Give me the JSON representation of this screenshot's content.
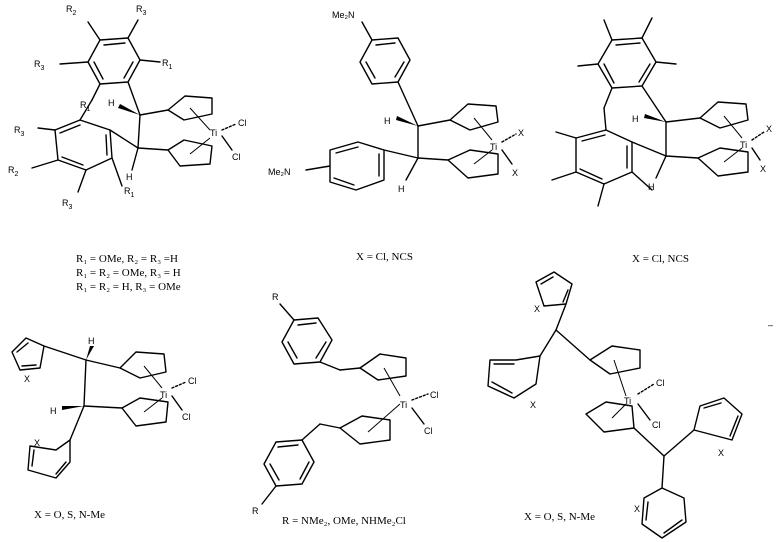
{
  "structures": {
    "s1": {
      "labels": {
        "R1": "R",
        "R1_sub": "1",
        "R2": "R",
        "R2_sub": "2",
        "R3": "R",
        "R3_sub": "3",
        "H": "H",
        "Ti": "Ti",
        "Cl": "Cl"
      },
      "caption_lines": [
        "R₁ = OMe, R₂ = R₃ =H",
        "R₁ = R₂ = OMe, R₃ = H",
        "R₁ = R₂ = H, R₃ = OMe"
      ]
    },
    "s2": {
      "labels": {
        "NMe2": "Me₂N",
        "H": "H",
        "Ti": "Ti",
        "X": "X"
      },
      "caption": "X = Cl, NCS"
    },
    "s3": {
      "labels": {
        "H": "H",
        "Ti": "Ti",
        "X": "X"
      },
      "caption": "X = Cl, NCS"
    },
    "s4": {
      "labels": {
        "H": "H",
        "Ti": "Ti",
        "Cl": "Cl",
        "X": "X"
      },
      "caption": "X = O, S, N-Me"
    },
    "s5": {
      "labels": {
        "R": "R",
        "Ti": "Ti",
        "Cl": "Cl"
      },
      "caption": "R = NMe₂, OMe, NHMe₂Cl"
    },
    "s6": {
      "labels": {
        "Ti": "Ti",
        "Cl": "Cl",
        "X": "X"
      },
      "caption": "X = O, S, N-Me",
      "stray_mark": "–"
    }
  }
}
